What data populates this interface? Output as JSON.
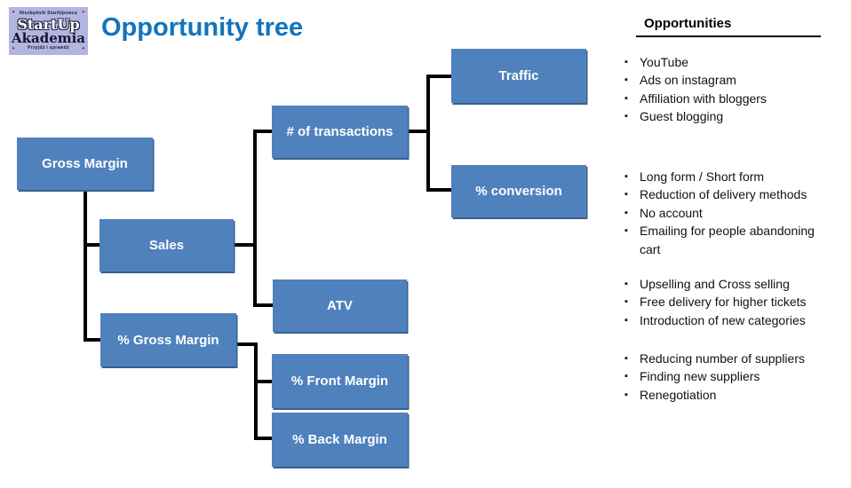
{
  "logo": {
    "tagline_top": "Niezbędnik StartUpowca",
    "wordmark_line1": "StartUp",
    "wordmark_line2": "Akademia",
    "tagline_bottom": "Przyjdź i sprawdź"
  },
  "header": {
    "title": "Opportunity tree"
  },
  "tree": {
    "nodes": {
      "gross_margin": "Gross Margin",
      "sales": "Sales",
      "pct_gross_margin": "% Gross Margin",
      "transactions": "# of transactions",
      "atv": "ATV",
      "front_margin": "% Front Margin",
      "back_margin": "% Back Margin",
      "traffic": "Traffic",
      "conversion": "% conversion"
    }
  },
  "opportunities": {
    "title": "Opportunities",
    "groups": [
      {
        "items": [
          "YouTube",
          "Ads on instagram",
          "Affiliation with bloggers",
          "Guest blogging"
        ]
      },
      {
        "items": [
          "Long form / Short form",
          "Reduction of delivery methods",
          "No account",
          "Emailing for people abandoning cart"
        ]
      },
      {
        "items": [
          "Upselling and Cross selling",
          "Free delivery for higher tickets",
          "Introduction of new categories"
        ]
      },
      {
        "items": [
          "Reducing number of suppliers",
          "Finding new suppliers",
          "Renegotiation"
        ]
      }
    ]
  },
  "colors": {
    "node_fill": "#4f81bd",
    "node_shadow": "#38608c",
    "title_blue": "#1273bc",
    "connector": "#000000",
    "logo_background": "#b3b4e1"
  }
}
